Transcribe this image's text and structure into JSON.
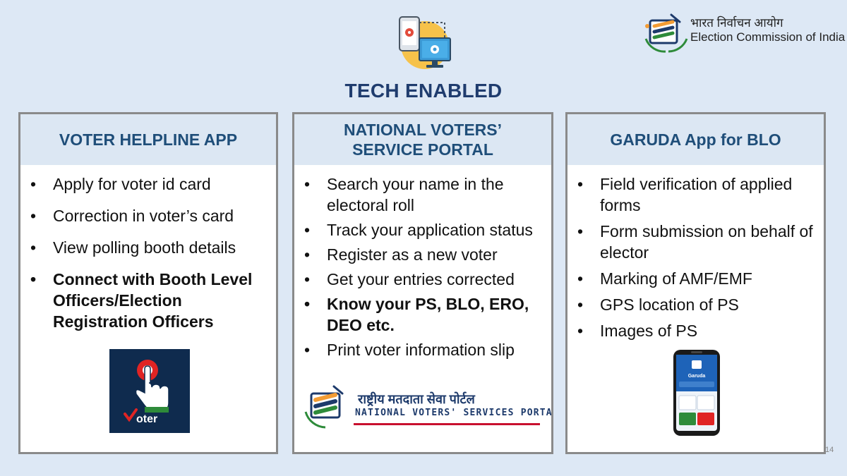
{
  "header": {
    "eci_hindi": "भारत निर्वाचन आयोग",
    "eci_english": "Election Commission of India"
  },
  "title": "TECH ENABLED",
  "cards": [
    {
      "title_lines": [
        "VOTER HELPLINE APP"
      ],
      "bullets": [
        {
          "text": "Apply for voter id card",
          "bold": false
        },
        {
          "text": "Correction in voter’s card",
          "bold": false
        },
        {
          "text": "View polling booth details",
          "bold": false
        },
        {
          "text": "Connect with Booth Level Officers/Election Registration Officers",
          "bold": true
        }
      ],
      "app_icon_text": "oter"
    },
    {
      "title_lines": [
        "NATIONAL VOTERS’",
        "SERVICE PORTAL"
      ],
      "bullets": [
        {
          "text": "Search your name in the electoral roll",
          "bold": false
        },
        {
          "text": "Track your application status",
          "bold": false
        },
        {
          "text": "Register as a new voter",
          "bold": false
        },
        {
          "text": "Get your entries corrected",
          "bold": false
        },
        {
          "text": "Know your PS, BLO, ERO, DEO etc.",
          "bold": true
        },
        {
          "text": "Print voter information slip",
          "bold": false
        }
      ],
      "logo_hindi": "राष्ट्रीय मतदाता सेवा पोर्टल",
      "logo_english": "NATIONAL VOTERS' SERVICES PORTAL"
    },
    {
      "title_lines": [
        "GARUDA App for BLO"
      ],
      "bullets": [
        {
          "text": "Field verification of applied forms",
          "bold": false
        },
        {
          "text": "Form submission on behalf of elector",
          "bold": false
        },
        {
          "text": "Marking of AMF/EMF",
          "bold": false
        },
        {
          "text": "GPS location of PS",
          "bold": false
        },
        {
          "text": "Images of PS",
          "bold": false
        }
      ],
      "phone_text": "Garuda"
    }
  ],
  "page_number": "14",
  "colors": {
    "background": "#dde8f5",
    "title": "#1f3c6e",
    "header_band": "#dce7f3",
    "saffron": "#f39c34",
    "green": "#2e8b3a"
  }
}
